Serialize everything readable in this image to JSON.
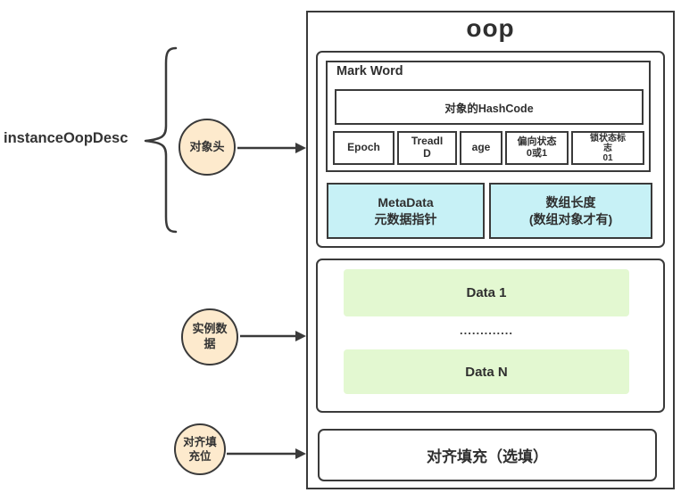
{
  "colors": {
    "border": "#3a3a3a",
    "circle_fill": "#fdeacd",
    "cyan_fill": "#c7f1f6",
    "green_fill": "#e3f8d1"
  },
  "left_label": "instanceOopDesc",
  "annotations": {
    "object_header": "对象头",
    "instance_data": "实例数\n据",
    "padding": "对齐填\n充位"
  },
  "oop": {
    "title": "oop",
    "header_section": {
      "mark_word_title": "Mark Word",
      "hashcode": "对象的HashCode",
      "fields": [
        "Epoch",
        "TreadI\nD",
        "age",
        "偏向状态\n0或1",
        "锁状态标\n志\n01"
      ],
      "metadata": "MetaData\n元数据指针",
      "array_length": "数组长度\n(数组对象才有)"
    },
    "instance_section": {
      "data_first": "Data 1",
      "ellipsis": ".............",
      "data_last": "Data N"
    },
    "padding_label": "对齐填充（选填）"
  }
}
